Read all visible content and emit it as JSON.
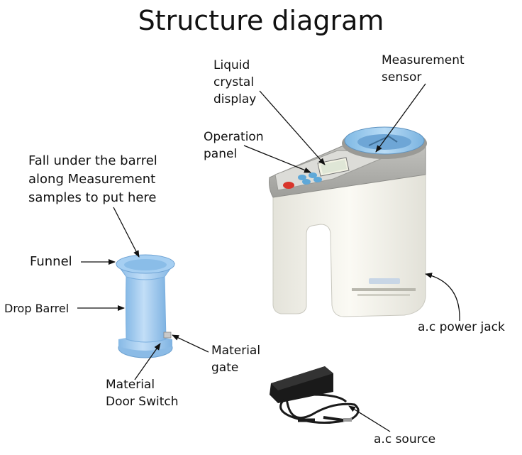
{
  "title": "Structure diagram",
  "labels": {
    "lcd": [
      "Liquid",
      "crystal",
      "display"
    ],
    "sensor": [
      "Measurement",
      "sensor"
    ],
    "panel": [
      "Operation",
      "panel"
    ],
    "fall": [
      "Fall under the barrel",
      "along Measurement",
      "samples to put here"
    ],
    "funnel": "Funnel",
    "drop_barrel": "Drop Barrel",
    "material_gate": [
      "Material",
      "gate"
    ],
    "door_switch": [
      "Material",
      "Door Switch"
    ],
    "power_jack": "a.c power jack",
    "ac_source": "a.c source"
  },
  "colors": {
    "device_body": "#f1f0e8",
    "device_top": "#a9a9a5",
    "sensor_cup": "#8fc4ea",
    "barrel": "#9fcaf0",
    "adapter": "#1a1a1a",
    "button_red": "#d9352b",
    "button_blue": "#5fa8d8"
  },
  "icons": [
    "grain-moisture-meter-icon",
    "drop-barrel-icon",
    "power-adapter-icon"
  ]
}
